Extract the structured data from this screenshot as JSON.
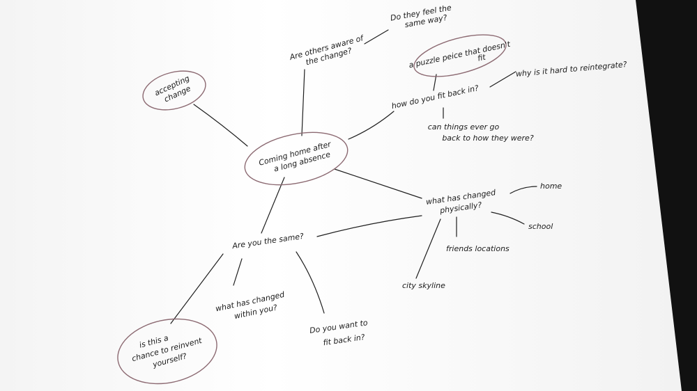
{
  "central": {
    "line1": "Coming home after",
    "line2": "a long absence"
  },
  "accepting": {
    "line1": "accepting",
    "line2": "change"
  },
  "others_aware": {
    "line1": "Are others aware of",
    "line2": "the change?"
  },
  "feel_same": {
    "line1": "Do they feel the",
    "line2": "same way?"
  },
  "puzzle": {
    "line1": "a puzzle peice that doesn't",
    "line2": "fit"
  },
  "fit_back": {
    "text": "how do you fit back in?"
  },
  "reintegrate": {
    "text": "why is it hard to reintegrate?"
  },
  "things_back": {
    "line1": "can things ever go",
    "line2": "back to how they were?"
  },
  "physically": {
    "line1": "what has changed",
    "line2": "physically?"
  },
  "home": {
    "text": "home"
  },
  "school": {
    "text": "school"
  },
  "friends": {
    "text": "friends locations"
  },
  "skyline": {
    "text": "city skyline"
  },
  "same": {
    "text": "Are you the same?"
  },
  "reinvent": {
    "line1": "is this a",
    "line2": "chance to reinvent",
    "line3": "yourself?"
  },
  "within": {
    "line1": "what has changed",
    "line2": "within you?"
  },
  "want_fit": {
    "line1": "Do you want to",
    "line2": "fit back in?"
  },
  "colors": {
    "paper": "#ffffff",
    "ink": "#1a1a1a",
    "oval": "#8c6a72",
    "background": "#111111"
  }
}
